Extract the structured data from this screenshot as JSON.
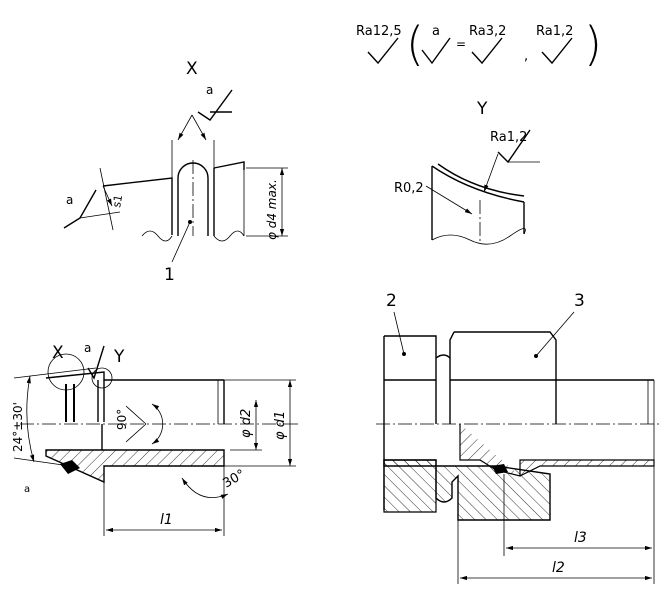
{
  "roughness": {
    "general": "Ra12,5",
    "open_paren": "(",
    "close_paren": ")",
    "symbol_a": "a",
    "equals": "=",
    "ra32": "Ra3,2",
    "comma": ",",
    "ra12": "Ra1,2"
  },
  "detail_x": {
    "title": "X",
    "symbol_a_top": "a",
    "symbol_a_left": "a",
    "dim_s1": "s1",
    "dim_d4max": "φ d4 max.",
    "leader_1": "1"
  },
  "detail_y": {
    "title": "Y",
    "ra": "Ra1,2",
    "radius": "R0,2"
  },
  "fitting": {
    "label_x": "X",
    "label_a": "a",
    "label_y": "Y",
    "angle_cone": "24°±30'",
    "angle_90": "90°",
    "angle_30": "30°",
    "dim_d2": "φ d2",
    "dim_d1": "φ d1",
    "dim_l1": "l1",
    "small_a": "a"
  },
  "assembly": {
    "leader_2": "2",
    "leader_3": "3",
    "dim_l3": "l3",
    "dim_l2": "l2"
  }
}
